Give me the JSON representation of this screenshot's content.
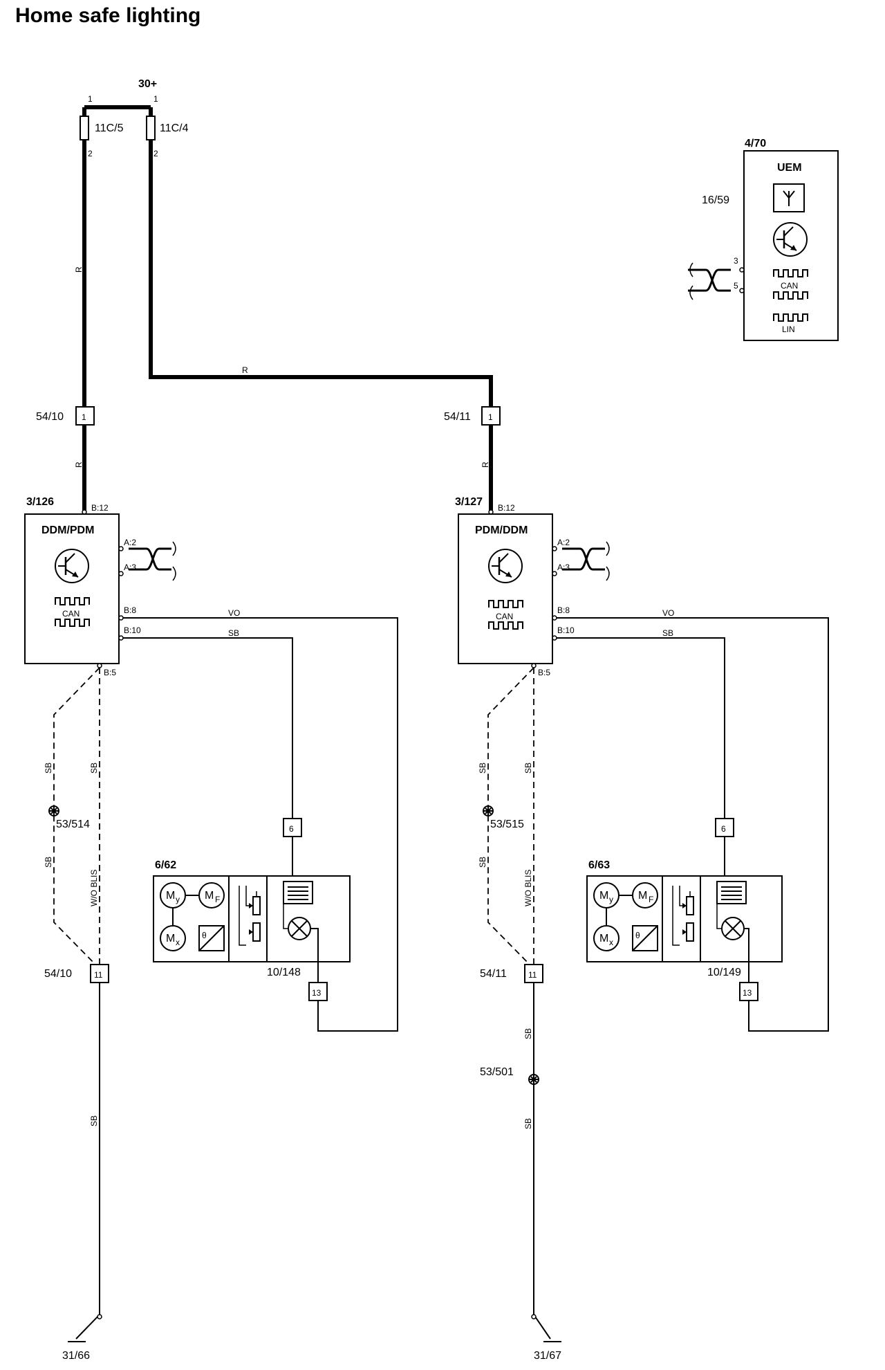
{
  "title": "Home safe lighting",
  "supply": "30+",
  "fuses": [
    {
      "id": "11C/5",
      "pin_in": "1",
      "pin_out": "2"
    },
    {
      "id": "11C/4",
      "pin_in": "1",
      "pin_out": "2"
    }
  ],
  "wire_colors": {
    "red": "R",
    "violet_orange": "VO",
    "black": "SB",
    "wo_blis": "W/O BLIS"
  },
  "uem": {
    "ref": "4/70",
    "label": "UEM",
    "antenna_ref": "16/59",
    "pin_can_a": "3",
    "pin_can_b": "5",
    "can_label": "CAN",
    "lin_label": "LIN"
  },
  "left": {
    "connector_top": "54/10",
    "connector_top_pin": "1",
    "module_ref": "3/126",
    "module_label": "DDM/PDM",
    "can_label": "CAN",
    "pins": {
      "b12": "B:12",
      "a2": "A:2",
      "a3": "A:3",
      "b8": "B:8",
      "b10": "B:10",
      "b5": "B:5"
    },
    "splice": "53/514",
    "connector_6": "6",
    "mirror_ref": "6/62",
    "mirror_sub": "10/148",
    "connector_bottom": "54/10",
    "connector_bottom_pin": "11",
    "connector_13": "13",
    "ground": "31/66"
  },
  "right": {
    "connector_top": "54/11",
    "connector_top_pin": "1",
    "module_ref": "3/127",
    "module_label": "PDM/DDM",
    "can_label": "CAN",
    "pins": {
      "b12": "B:12",
      "a2": "A:2",
      "a3": "A:3",
      "b8": "B:8",
      "b10": "B:10",
      "b5": "B:5"
    },
    "splice": "53/515",
    "connector_6": "6",
    "mirror_ref": "6/63",
    "mirror_sub": "10/149",
    "connector_bottom": "54/11",
    "connector_bottom_pin": "11",
    "connector_13": "13",
    "splice_ground": "53/501",
    "ground": "31/67"
  },
  "mirror_symbols": {
    "my": "M",
    "my_sub": "y",
    "mf": "M",
    "mf_sub": "F",
    "mx": "M",
    "mx_sub": "x",
    "theta": "θ"
  }
}
